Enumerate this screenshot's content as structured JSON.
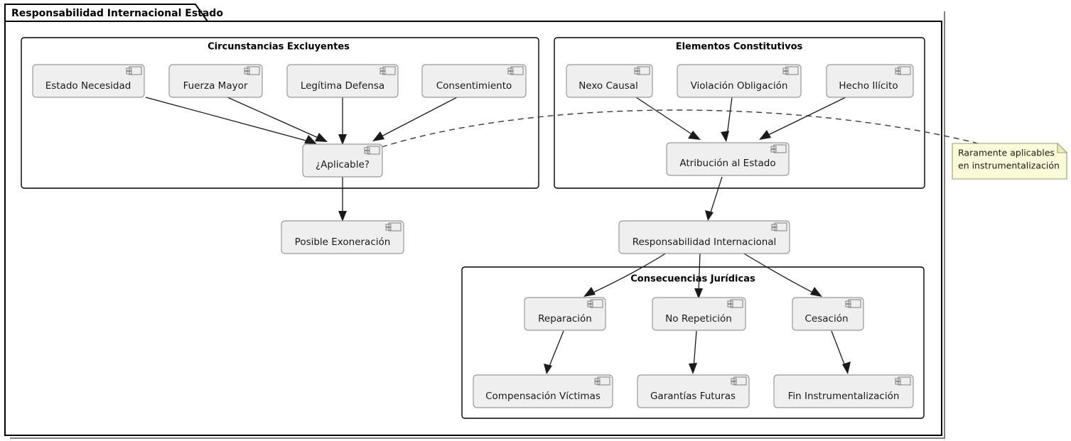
{
  "frame": {
    "title": "Responsabilidad Internacional Estado",
    "tab_shape": "uml-frame-tab"
  },
  "packages": [
    {
      "id": "circunstancias",
      "title": "Circunstancias Excluyentes"
    },
    {
      "id": "elementos",
      "title": "Elementos Constitutivos"
    },
    {
      "id": "consecuencias",
      "title": "Consecuencias Jurídicas"
    }
  ],
  "components": [
    {
      "id": "estado-necesidad",
      "label": "Estado Necesidad"
    },
    {
      "id": "fuerza-mayor",
      "label": "Fuerza Mayor"
    },
    {
      "id": "legitima-defensa",
      "label": "Legítima Defensa"
    },
    {
      "id": "consentimiento",
      "label": "Consentimiento"
    },
    {
      "id": "aplicable",
      "label": "¿Aplicable?"
    },
    {
      "id": "posible-exoneracion",
      "label": "Posible Exoneración"
    },
    {
      "id": "nexo-causal",
      "label": "Nexo Causal"
    },
    {
      "id": "violacion-obligacion",
      "label": "Violación Obligación"
    },
    {
      "id": "hecho-ilicito",
      "label": "Hecho Ilícito"
    },
    {
      "id": "atribucion-estado",
      "label": "Atribución al Estado"
    },
    {
      "id": "responsabilidad-internacional",
      "label": "Responsabilidad Internacional"
    },
    {
      "id": "reparacion",
      "label": "Reparación"
    },
    {
      "id": "no-repeticion",
      "label": "No Repetición"
    },
    {
      "id": "cesacion",
      "label": "Cesación"
    },
    {
      "id": "compensacion-victimas",
      "label": "Compensación Víctimas"
    },
    {
      "id": "garantias-futuras",
      "label": "Garantías Futuras"
    },
    {
      "id": "fin-instrumentalizacion",
      "label": "Fin Instrumentalización"
    }
  ],
  "note": {
    "id": "note-raramente",
    "line1": "Raramente aplicables",
    "line2": "en instrumentalización"
  },
  "colors": {
    "component_fill": "#EFEFEF",
    "component_stroke": "#999999",
    "note_fill": "#FBFBD8",
    "note_stroke": "#A0A060",
    "edge": "#1a1a1a",
    "frame_stroke": "#000000",
    "background": "#FFFFFF"
  },
  "edges": [
    {
      "from": "estado-necesidad",
      "to": "aplicable",
      "style": "solid"
    },
    {
      "from": "fuerza-mayor",
      "to": "aplicable",
      "style": "solid"
    },
    {
      "from": "legitima-defensa",
      "to": "aplicable",
      "style": "solid"
    },
    {
      "from": "consentimiento",
      "to": "aplicable",
      "style": "solid"
    },
    {
      "from": "aplicable",
      "to": "posible-exoneracion",
      "style": "solid"
    },
    {
      "from": "aplicable",
      "to": "note-raramente",
      "style": "dashed"
    },
    {
      "from": "nexo-causal",
      "to": "atribucion-estado",
      "style": "solid"
    },
    {
      "from": "violacion-obligacion",
      "to": "atribucion-estado",
      "style": "solid"
    },
    {
      "from": "hecho-ilicito",
      "to": "atribucion-estado",
      "style": "solid"
    },
    {
      "from": "atribucion-estado",
      "to": "responsabilidad-internacional",
      "style": "solid"
    },
    {
      "from": "responsabilidad-internacional",
      "to": "reparacion",
      "style": "solid"
    },
    {
      "from": "responsabilidad-internacional",
      "to": "no-repeticion",
      "style": "solid"
    },
    {
      "from": "responsabilidad-internacional",
      "to": "cesacion",
      "style": "solid"
    },
    {
      "from": "reparacion",
      "to": "compensacion-victimas",
      "style": "solid"
    },
    {
      "from": "no-repeticion",
      "to": "garantias-futuras",
      "style": "solid"
    },
    {
      "from": "cesacion",
      "to": "fin-instrumentalizacion",
      "style": "solid"
    }
  ]
}
